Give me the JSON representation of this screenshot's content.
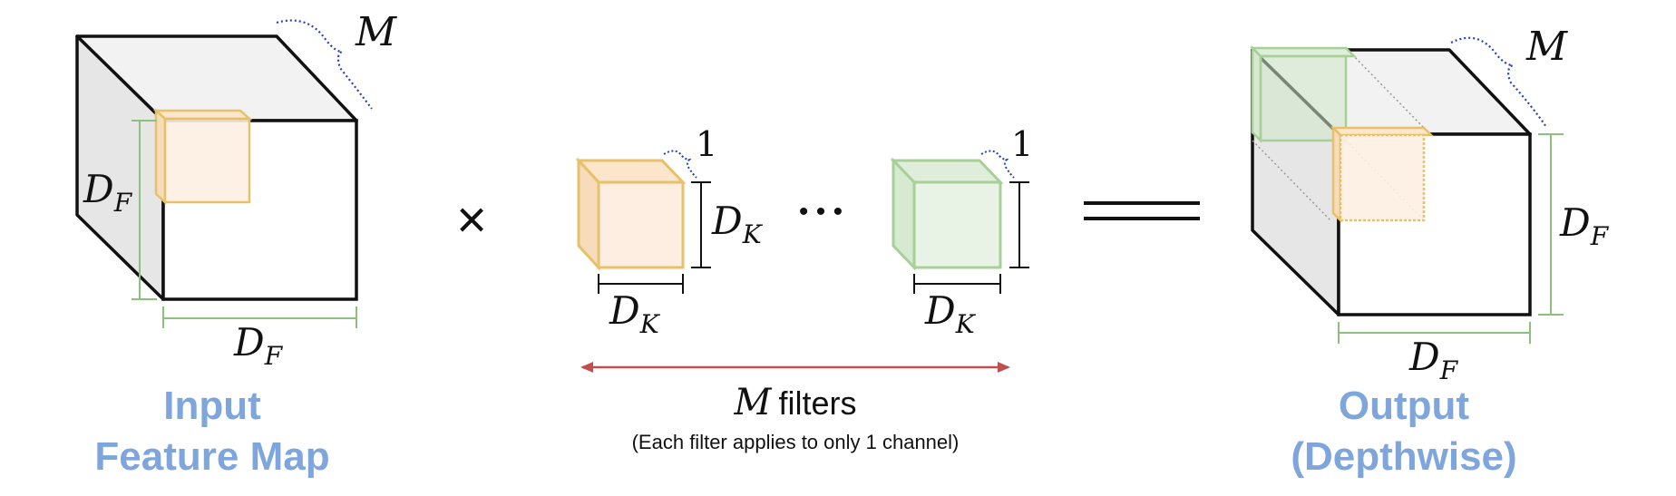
{
  "colors": {
    "caption": "#7ea6dc",
    "filter_orange_fill": "#fdeee1",
    "filter_orange_stroke": "#e7c06a",
    "filter_green_fill": "#e8f3e6",
    "filter_green_stroke": "#a9cf99",
    "dimension_green": "#8dc07a",
    "brace_blue": "#2a3fb8",
    "arrow_red": "#c0504d"
  },
  "input": {
    "caption_line1": "Input",
    "caption_line2": "Feature Map",
    "channels_label": "M",
    "height_label": "D",
    "height_sub": "F",
    "width_label": "D",
    "width_sub": "F"
  },
  "operator": {
    "times": "×",
    "equals": "="
  },
  "filters": {
    "first": {
      "depth_label": "1",
      "height_label": "D",
      "height_sub": "K",
      "width_label": "D",
      "width_sub": "K"
    },
    "dots": "• • •",
    "last": {
      "depth_label": "1",
      "width_label": "D",
      "width_sub": "K"
    },
    "count_label_math": "M",
    "count_label_text": "filters",
    "note": "(Each filter applies to only 1 channel)"
  },
  "output": {
    "caption_line1": "Output",
    "caption_line2": "(Depthwise)",
    "channels_label": "M",
    "height_label": "D",
    "height_sub": "F",
    "width_label": "D",
    "width_sub": "F"
  }
}
